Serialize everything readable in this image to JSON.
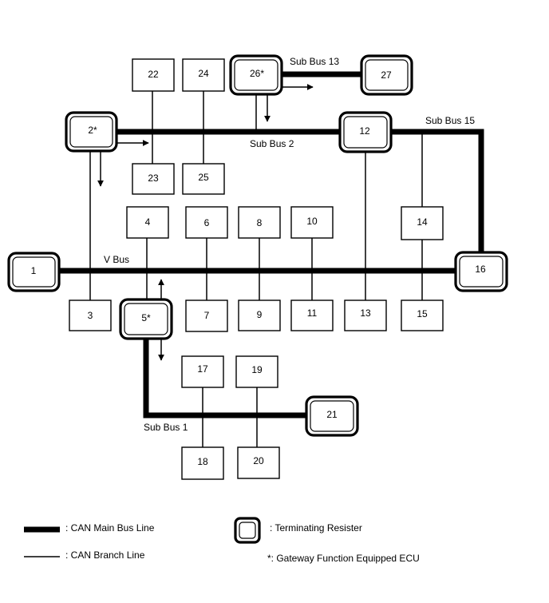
{
  "nodes": [
    {
      "id": "n1",
      "label": "1",
      "type": "terminating"
    },
    {
      "id": "n2",
      "label": "2*",
      "type": "terminating"
    },
    {
      "id": "n3",
      "label": "3",
      "type": "ecu"
    },
    {
      "id": "n4",
      "label": "4",
      "type": "ecu"
    },
    {
      "id": "n5",
      "label": "5*",
      "type": "terminating"
    },
    {
      "id": "n6",
      "label": "6",
      "type": "ecu"
    },
    {
      "id": "n7",
      "label": "7",
      "type": "ecu"
    },
    {
      "id": "n8",
      "label": "8",
      "type": "ecu"
    },
    {
      "id": "n9",
      "label": "9",
      "type": "ecu"
    },
    {
      "id": "n10",
      "label": "10",
      "type": "ecu"
    },
    {
      "id": "n11",
      "label": "11",
      "type": "ecu"
    },
    {
      "id": "n12",
      "label": "12",
      "type": "terminating"
    },
    {
      "id": "n13",
      "label": "13",
      "type": "ecu"
    },
    {
      "id": "n14",
      "label": "14",
      "type": "ecu"
    },
    {
      "id": "n15",
      "label": "15",
      "type": "ecu"
    },
    {
      "id": "n16",
      "label": "16",
      "type": "terminating"
    },
    {
      "id": "n17",
      "label": "17",
      "type": "ecu"
    },
    {
      "id": "n18",
      "label": "18",
      "type": "ecu"
    },
    {
      "id": "n19",
      "label": "19",
      "type": "ecu"
    },
    {
      "id": "n20",
      "label": "20",
      "type": "ecu"
    },
    {
      "id": "n21",
      "label": "21",
      "type": "terminating"
    },
    {
      "id": "n22",
      "label": "22",
      "type": "ecu"
    },
    {
      "id": "n23",
      "label": "23",
      "type": "ecu"
    },
    {
      "id": "n24",
      "label": "24",
      "type": "ecu"
    },
    {
      "id": "n25",
      "label": "25",
      "type": "ecu"
    },
    {
      "id": "n26",
      "label": "26*",
      "type": "terminating"
    },
    {
      "id": "n27",
      "label": "27",
      "type": "terminating"
    }
  ],
  "buses": {
    "v_bus": "V Bus",
    "sub_bus_1": "Sub Bus 1",
    "sub_bus_2": "Sub Bus 2",
    "sub_bus_13": "Sub Bus 13",
    "sub_bus_15": "Sub Bus 15"
  },
  "legend": {
    "main_line": ": CAN Main Bus Line",
    "branch_line": ": CAN Branch Line",
    "terminating": ": Terminating Resister",
    "gateway": "*: Gateway Function Equipped ECU"
  }
}
